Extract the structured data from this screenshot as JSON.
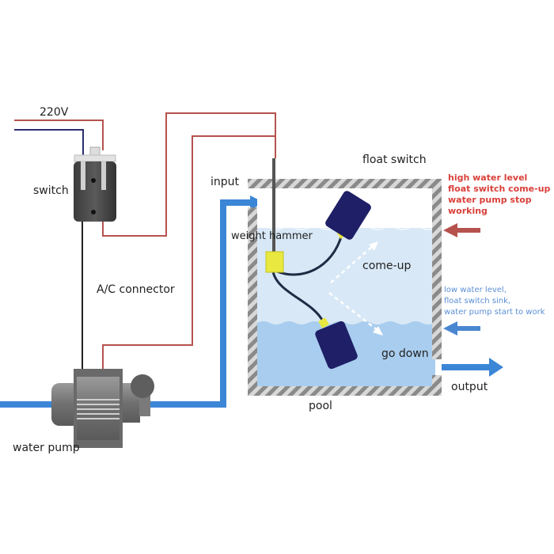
{
  "title": "Float switch water pump control diagram",
  "labels": {
    "voltage": "220V",
    "switch": "switch",
    "ac_connector": "A/C connector",
    "water_pump": "water pump",
    "input": "input",
    "float_switch": "float switch",
    "weight_hammer": "weight  hammer",
    "come_up": "come-up",
    "go_down": "go down",
    "pool": "pool",
    "output": "output"
  },
  "high_note": [
    "high water level",
    "float switch come-up",
    "water pump stop",
    "working"
  ],
  "low_note": [
    "low water level,",
    "float switch sink,",
    "water pump start to work"
  ],
  "colors": {
    "wire_red": "#b5524e",
    "wire_blue": "#2b2f6e",
    "wire_black": "#222222",
    "pipe_blue": "#3b86d6",
    "water_high": "#d8e8f6",
    "water_low": "#a9cdee",
    "float_body": "#1e1f66",
    "float_cap": "#e8e840",
    "tank_wall": "#888888",
    "high_text": "#d9403a",
    "low_text": "#5a8ed6"
  }
}
